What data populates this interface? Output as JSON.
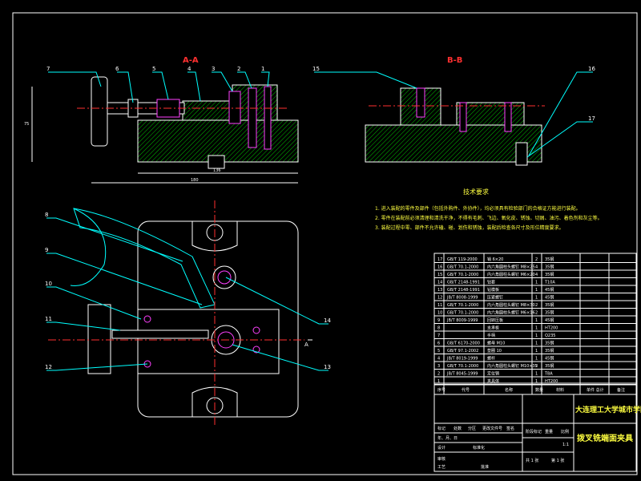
{
  "drawing": {
    "section_a_title": "A-A",
    "section_b_title": "B-B",
    "section_a_marker": "A",
    "dims": {
      "height": "75",
      "length": "180",
      "inner_length": "136"
    },
    "part_labels_top": [
      "7",
      "6",
      "5",
      "4",
      "3",
      "2",
      "1"
    ],
    "part_labels_b": [
      "15",
      "16",
      "17"
    ],
    "part_labels_plan_left": [
      "8",
      "9",
      "10",
      "11",
      "12"
    ],
    "part_labels_plan_right": [
      "14",
      "13"
    ],
    "tech_title": "技术要求",
    "tech_notes": [
      "1. 进入装配的零件及部件（包括外购件、外协件），均必须具有检验部门的合格证方能进行装配。",
      "2. 零件在装配前必须清理和清洗干净，不得有毛刺、飞边、氧化皮、锈蚀、切屑、油污、着色剂和灰尘等。",
      "3. 装配过程中零、部件不允许磕、碰、划伤和锈蚀，装配后检查各尺寸及形位精度要求。"
    ]
  },
  "bom": {
    "rows": [
      {
        "no": "17",
        "code": "GB/T 119-2000",
        "name": "销 6×20",
        "qty": "2",
        "mat": "35钢"
      },
      {
        "no": "16",
        "code": "GB/T 70.1-2000",
        "name": "内六角圆柱头螺钉 M8×25",
        "qty": "4",
        "mat": "35钢"
      },
      {
        "no": "15",
        "code": "GB/T 70.1-2000",
        "name": "内六角圆柱头螺钉 M6×20",
        "qty": "4",
        "mat": "35钢"
      },
      {
        "no": "14",
        "code": "GB/T 2148-1991",
        "name": "钻套",
        "qty": "1",
        "mat": "T10A"
      },
      {
        "no": "13",
        "code": "GB/T 2148-1991",
        "name": "钻模板",
        "qty": "1",
        "mat": "45钢"
      },
      {
        "no": "12",
        "code": "JB/T 8008-1999",
        "name": "压紧螺钉",
        "qty": "1",
        "mat": "45钢"
      },
      {
        "no": "11",
        "code": "GB/T 70.1-2000",
        "name": "内六角圆柱头螺钉 M8×30",
        "qty": "2",
        "mat": "35钢"
      },
      {
        "no": "10",
        "code": "GB/T 70.1-2000",
        "name": "内六角圆柱头螺钉 M6×16",
        "qty": "2",
        "mat": "35钢"
      },
      {
        "no": "9",
        "code": "JB/T 8009-1999",
        "name": "回转压板",
        "qty": "1",
        "mat": "45钢"
      },
      {
        "no": "8",
        "code": "",
        "name": "支承板",
        "qty": "1",
        "mat": "HT200"
      },
      {
        "no": "7",
        "code": "",
        "name": "手柄",
        "qty": "1",
        "mat": "Q235"
      },
      {
        "no": "6",
        "code": "GB/T 6170-2000",
        "name": "螺母 M10",
        "qty": "1",
        "mat": "35钢"
      },
      {
        "no": "5",
        "code": "GB/T 97.1-2002",
        "name": "垫圈 10",
        "qty": "1",
        "mat": "35钢"
      },
      {
        "no": "4",
        "code": "JB/T 8019-1999",
        "name": "螺杆",
        "qty": "1",
        "mat": "45钢"
      },
      {
        "no": "3",
        "code": "GB/T 70.1-2000",
        "name": "内六角圆柱头螺钉 M10×35",
        "qty": "2",
        "mat": "35钢"
      },
      {
        "no": "2",
        "code": "JB/T 8045-1999",
        "name": "定位销",
        "qty": "1",
        "mat": "T8A"
      },
      {
        "no": "1",
        "code": "",
        "name": "夹具体",
        "qty": "1",
        "mat": "HT200"
      }
    ],
    "headers": {
      "no": "序号",
      "code": "代号",
      "name": "名称",
      "qty": "数量",
      "mat": "材料",
      "wt": "单件 总计",
      "note": "备注"
    }
  },
  "title_block": {
    "school": "大连理工大学城市学院",
    "drawing_title": "拨叉铣端面夹具",
    "labels": [
      "标记",
      "处数",
      "分区",
      "更改文件号",
      "签名",
      "年、月、日",
      "设计",
      "标准化",
      "审核",
      "工艺",
      "批准",
      "阶段标记",
      "重量",
      "比例",
      "共 1 张",
      "第 1 张"
    ],
    "scale": "1:1"
  },
  "colors": {
    "outline": "#ffffff",
    "hatch": "#00e000",
    "center": "#ff3030",
    "leader": "#00ffff",
    "bolt": "#ff40ff",
    "title": "#ffff40"
  }
}
